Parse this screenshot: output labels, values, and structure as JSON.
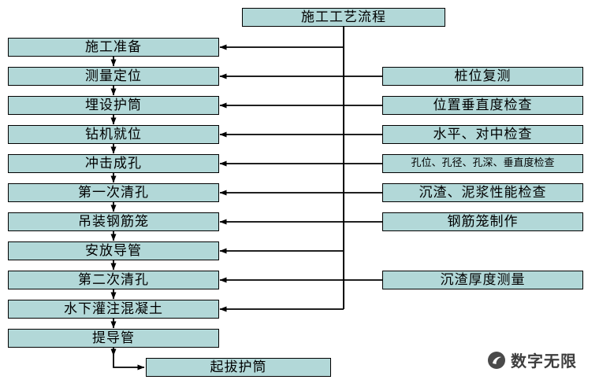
{
  "title": "施工工艺流程",
  "left_steps": [
    {
      "label": "施工准备"
    },
    {
      "label": "测量定位"
    },
    {
      "label": "埋设护筒"
    },
    {
      "label": "钻机就位"
    },
    {
      "label": "冲击成孔"
    },
    {
      "label": "第一次清孔"
    },
    {
      "label": "吊装钢筋笼"
    },
    {
      "label": "安放导管"
    },
    {
      "label": "第二次清孔"
    },
    {
      "label": "水下灌注混凝土"
    },
    {
      "label": "提导管"
    }
  ],
  "final_step": {
    "label": "起拔护筒"
  },
  "right_checks": [
    {
      "label": "桩位复测",
      "attaches_to": "测量定位"
    },
    {
      "label": "位置垂直度检查",
      "attaches_to": "埋设护筒"
    },
    {
      "label": "水平、对中检查",
      "attaches_to": "钻机就位"
    },
    {
      "label": "孔位、孔径、孔深、垂直度检查",
      "attaches_to": "冲击成孔"
    },
    {
      "label": "沉渣、泥浆性能检查",
      "attaches_to": "第一次清孔"
    },
    {
      "label": "钢筋笼制作",
      "attaches_to": "吊装钢筋笼"
    },
    {
      "label": "沉渣厚度测量",
      "attaches_to": "第二次清孔"
    }
  ],
  "logo": {
    "text": "数字无限",
    "icon": "swoosh-circle-icon"
  },
  "colors": {
    "box_fill": "#b2d8d8",
    "box_border": "#000000",
    "connector": "#000000",
    "background": "#ffffff",
    "logo_text": "#3d3d3d"
  }
}
